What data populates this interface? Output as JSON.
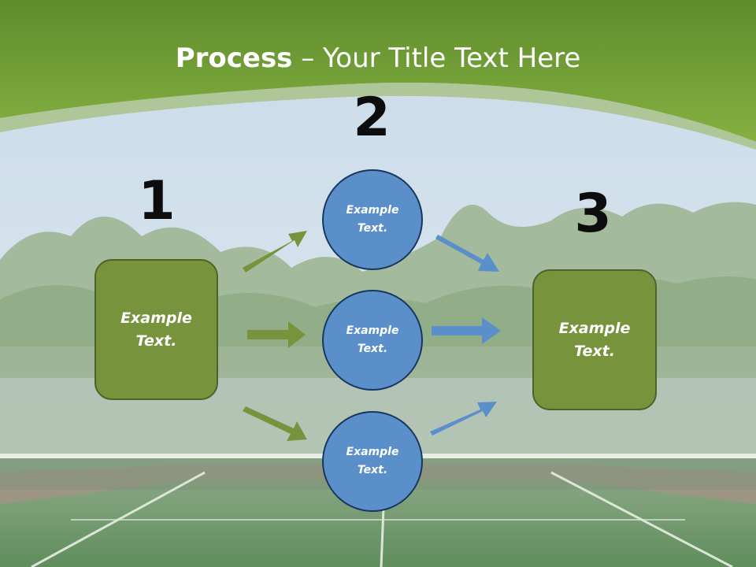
{
  "title": {
    "strong": "Process",
    "rest": " – Your Title Text Here"
  },
  "steps": [
    {
      "number": "1",
      "text": "Example Text."
    },
    {
      "number": "2",
      "circles": [
        "Example Text.",
        "Example Text.",
        "Example Text."
      ]
    },
    {
      "number": "3",
      "text": "Example Text."
    }
  ],
  "colors": {
    "green_box": "#77933c",
    "green_arrow": "#77933c",
    "blue_circle": "#5b8fc9",
    "blue_arrow": "#5b8fc9",
    "header_green": "#7aa83f"
  },
  "icons": {
    "arrow_green": "arrow-right",
    "arrow_blue": "arrow-right"
  }
}
